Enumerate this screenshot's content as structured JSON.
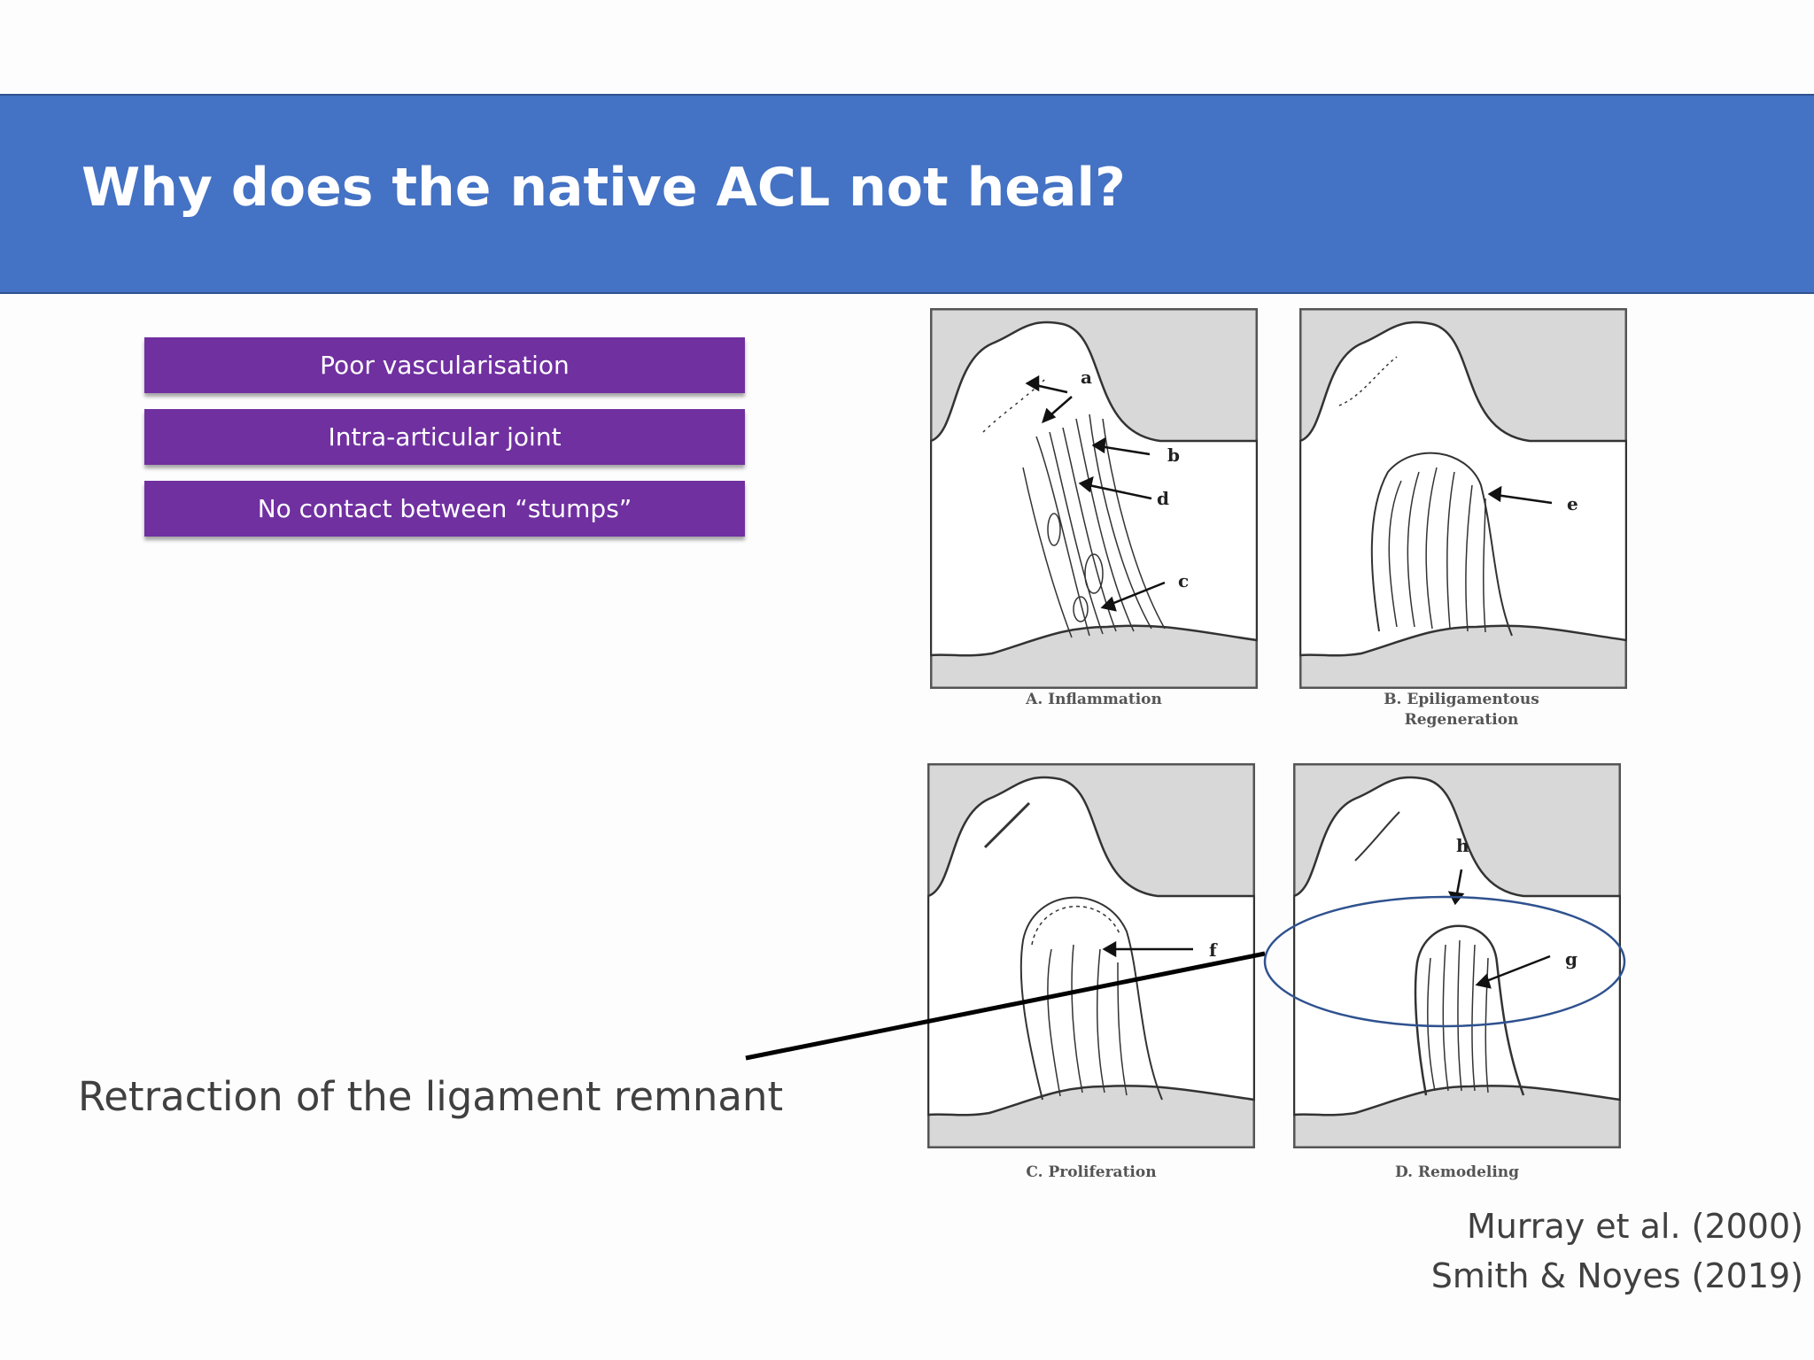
{
  "slide": {
    "title": "Why does the native ACL not heal?"
  },
  "reasons": [
    "Poor vascularisation",
    "Intra-articular joint",
    "No contact between “stumps”"
  ],
  "callout": "Retraction of the ligament remnant",
  "citations": [
    "Murray et al. (2000)",
    "Smith & Noyes (2019)"
  ],
  "figure": {
    "panels": [
      {
        "caption": "A. Inflammation",
        "letters": [
          "a",
          "b",
          "d",
          "c"
        ]
      },
      {
        "caption_line1": "B. Epiligamentous",
        "caption_line2": "Regeneration",
        "letters": [
          "e"
        ]
      },
      {
        "caption": "C. Proliferation",
        "letters": [
          "f"
        ]
      },
      {
        "caption": "D. Remodeling",
        "letters": [
          "h",
          "g"
        ]
      }
    ]
  }
}
